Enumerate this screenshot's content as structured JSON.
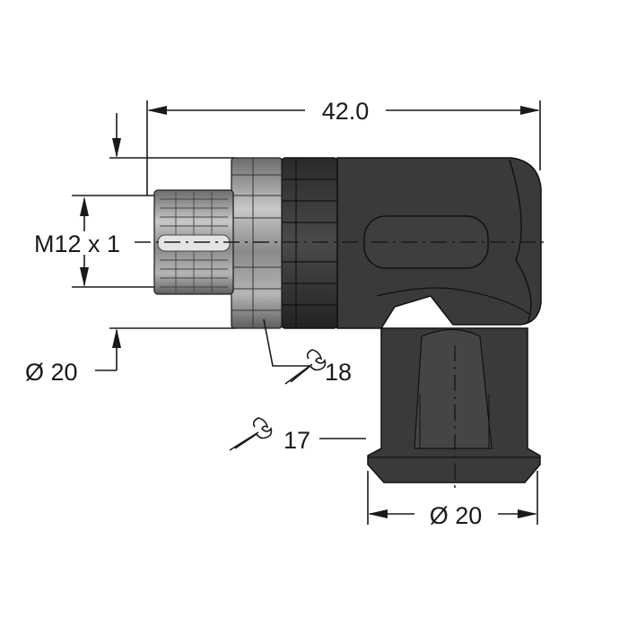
{
  "dimensions": {
    "overall_length": "42.0",
    "thread": "M12 x 1",
    "left_diameter": "Ø 20",
    "bottom_diameter": "Ø 20",
    "wrench_size_nut": "18",
    "wrench_size_body": "17"
  },
  "icons": {
    "wrench_icon_nut": "wrench-icon",
    "wrench_icon_body": "wrench-icon"
  }
}
